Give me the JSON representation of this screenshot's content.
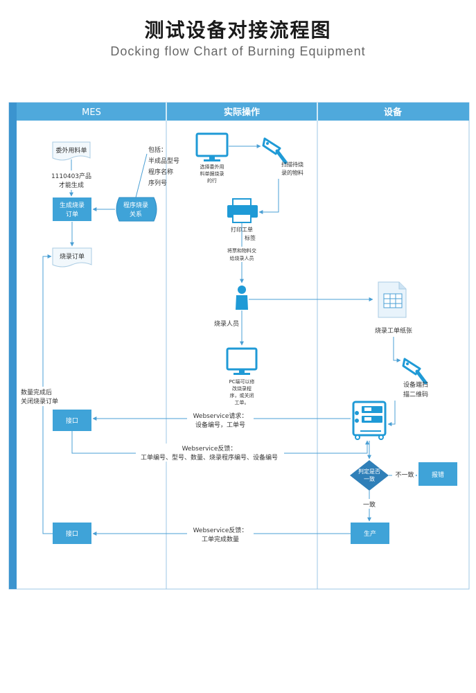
{
  "header": {
    "title": "测试设备对接流程图",
    "subtitle": "Docking flow Chart of Burning Equipment"
  },
  "lanes": {
    "mes": "MES",
    "operation": "实际操作",
    "device": "设备"
  },
  "nodes": {
    "outsourcing_doc": "委外用料单",
    "product_note_1": "1110403产品",
    "product_note_2": "才能生成",
    "create_order_1": "生成烧录",
    "create_order_2": "订单",
    "program_rel_1": "程序烧录",
    "program_rel_2": "关系",
    "includes_1": "包括：",
    "includes_2": "半成品型号",
    "includes_3": "程序名称",
    "includes_4": "序列号",
    "burn_order": "烧录订单",
    "select_1": "选择委外用",
    "select_2": "料单据烧录",
    "select_3": "的行",
    "scan_1": "扫描待烧",
    "scan_2": "录的物料",
    "print_1": "打印工单",
    "print_2": "标签",
    "handover_1": "将票和物料交",
    "handover_2": "给烧录人员",
    "operator": "烧录人员",
    "pc_1": "PC端可以修",
    "pc_2": "改烧录程",
    "pc_3": "序，或关闭",
    "pc_4": "工单。",
    "work_sheet": "烧录工单纸张",
    "device_scan_1": "设备端扫",
    "device_scan_2": "描二维码",
    "close_note_1": "数量完成后",
    "close_note_2": "关闭烧录订单",
    "interface_1": "接口",
    "interface_2": "接口",
    "req_1": "Webservice请求：",
    "req_2": "设备编号，工单号",
    "fb_1": "Webservice反馈：",
    "fb_2": "工单编号、型号、数量、烧录程序编号、设备编号",
    "judge_1": "判定是否",
    "judge_2": "一致",
    "mismatch": "不一致",
    "error": "报错",
    "match": "一致",
    "produce": "生产",
    "fb2_1": "Webservice反馈：",
    "fb2_2": "工单完成数量"
  },
  "colors": {
    "accent": "#3fa3d8",
    "header_bar": "#4fa9dc",
    "line": "#4a9fd4"
  }
}
